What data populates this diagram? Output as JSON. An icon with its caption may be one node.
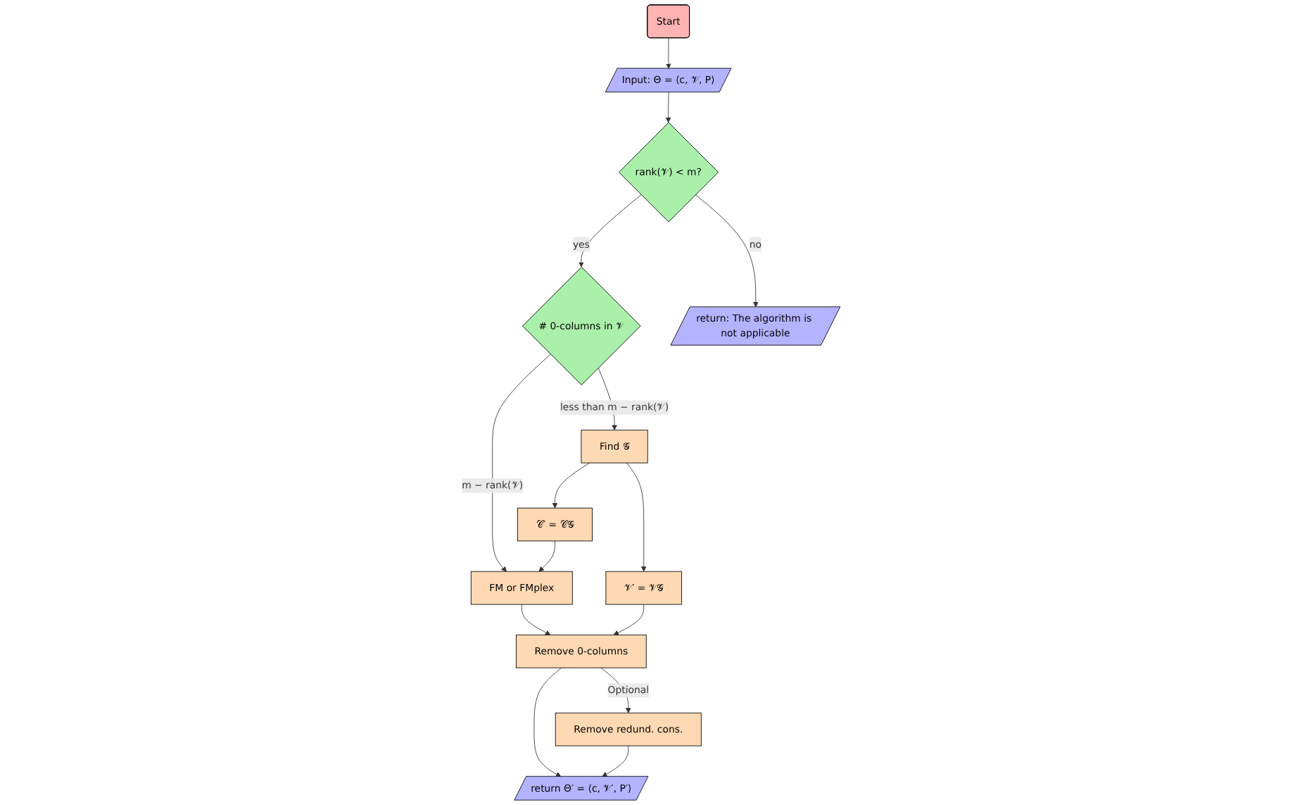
{
  "diagram": {
    "nodes": [
      {
        "text": [
          "Start"
        ]
      },
      {
        "text": [
          "Input: Θ = ⟨c, 𝒱, P⟩"
        ]
      },
      {
        "text": [
          "rank(𝒱) < m?"
        ]
      },
      {
        "text": [
          "# 0-columns in 𝒱"
        ]
      },
      {
        "text": [
          "Find 𝒢"
        ]
      },
      {
        "text": [
          "𝒞′ = 𝒞𝒢"
        ]
      },
      {
        "text": [
          "𝒱′ = 𝒱𝒢"
        ]
      },
      {
        "text": [
          "FM or FMplex"
        ]
      },
      {
        "text": [
          "Remove 0-columns"
        ]
      },
      {
        "text": [
          "Remove redund. cons."
        ]
      },
      {
        "text": [
          "return: The algorithm is not applicable"
        ]
      },
      {
        "text": [
          "return Θ′ = ⟨c, 𝒱′, P′⟩"
        ]
      }
    ],
    "edges": [
      {
        "from": 0,
        "to": 1,
        "arrow": "to"
      },
      {
        "from": 1,
        "to": 2,
        "arrow": "to"
      },
      {
        "from": 2,
        "to": 3,
        "arrow": "to",
        "label": "yes"
      },
      {
        "from": 2,
        "to": 10,
        "arrow": "to",
        "label": "no"
      },
      {
        "from": 3,
        "to": 4,
        "arrow": "to",
        "label": "less than m − rank(𝒱)"
      },
      {
        "from": 3,
        "to": 7,
        "arrow": "to",
        "label": "m − rank(𝒱)"
      },
      {
        "from": 4,
        "to": 5,
        "arrow": "to"
      },
      {
        "from": 4,
        "to": 6,
        "arrow": "to"
      },
      {
        "from": 5,
        "to": 7,
        "arrow": "to"
      },
      {
        "from": 7,
        "to": 8,
        "arrow": "to"
      },
      {
        "from": 6,
        "to": 8,
        "arrow": "to"
      },
      {
        "from": 8,
        "to": 9,
        "arrow": "to",
        "label": "Optional"
      },
      {
        "from": 8,
        "to": 11,
        "arrow": "to"
      },
      {
        "from": 9,
        "to": 11,
        "arrow": "to"
      }
    ]
  }
}
